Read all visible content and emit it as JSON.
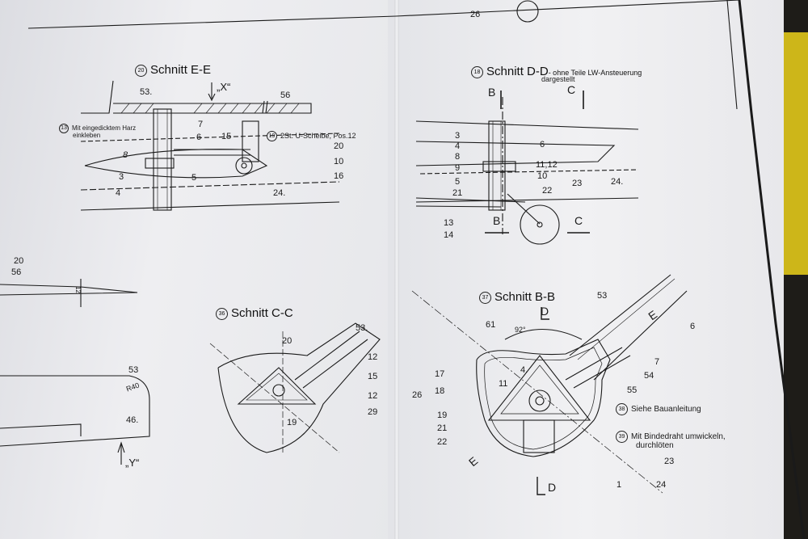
{
  "colors": {
    "paper": "#ececef",
    "ink": "#1a1a1a",
    "background": "#1e1c18",
    "tape": "#d8c21a"
  },
  "top": {
    "label_26": "26"
  },
  "section_ee": {
    "num": "20",
    "title": "Schnitt E-E",
    "x_marker": "„X“",
    "note_num": "13",
    "note_line1": "Mit eingedicktem Harz",
    "note_line2": "einkleben",
    "washer_num": "19",
    "washer_text": "2St. U-Scheibe, Pos.12",
    "labels": [
      "53.",
      "56",
      "7",
      "6",
      "8",
      "3",
      "4",
      "5",
      "15",
      "20",
      "10",
      "16",
      "24."
    ]
  },
  "section_dd": {
    "num": "18",
    "title": "Schnitt D-D",
    "subtitle1": "- ohne Teile LW-Ansteuerung",
    "subtitle2": "dargestellt",
    "labels": [
      "B",
      "C",
      "3",
      "4",
      "8",
      "9",
      "5",
      "21",
      "6",
      "11,12",
      "10",
      "23",
      "22",
      "24.",
      "13",
      "14",
      "B",
      "C"
    ]
  },
  "left_detail": {
    "labels": [
      "20",
      "56"
    ],
    "dim": "12",
    "s53": "53",
    "radius": "R40",
    "part": "46.",
    "y_marker": "„Y“"
  },
  "section_cc": {
    "num": "36",
    "title": "Schnitt C-C",
    "labels": [
      "20",
      "53.",
      "12",
      "15",
      "12",
      "29",
      "19"
    ]
  },
  "section_bb": {
    "num": "37",
    "title": "Schnitt B-B",
    "angle": "92°",
    "labels": [
      "53",
      "D",
      "61",
      "6",
      "E",
      "7",
      "4.",
      "11",
      "17",
      "18",
      "26",
      "19",
      "21",
      "22",
      "54",
      "55",
      "23",
      "1",
      "24",
      "E",
      "D"
    ],
    "note38_num": "38",
    "note38": "Siehe Bauanleitung",
    "note39_num": "39",
    "note39_line1": "Mit Bindedraht umwickeln,",
    "note39_line2": "durchlöten"
  }
}
